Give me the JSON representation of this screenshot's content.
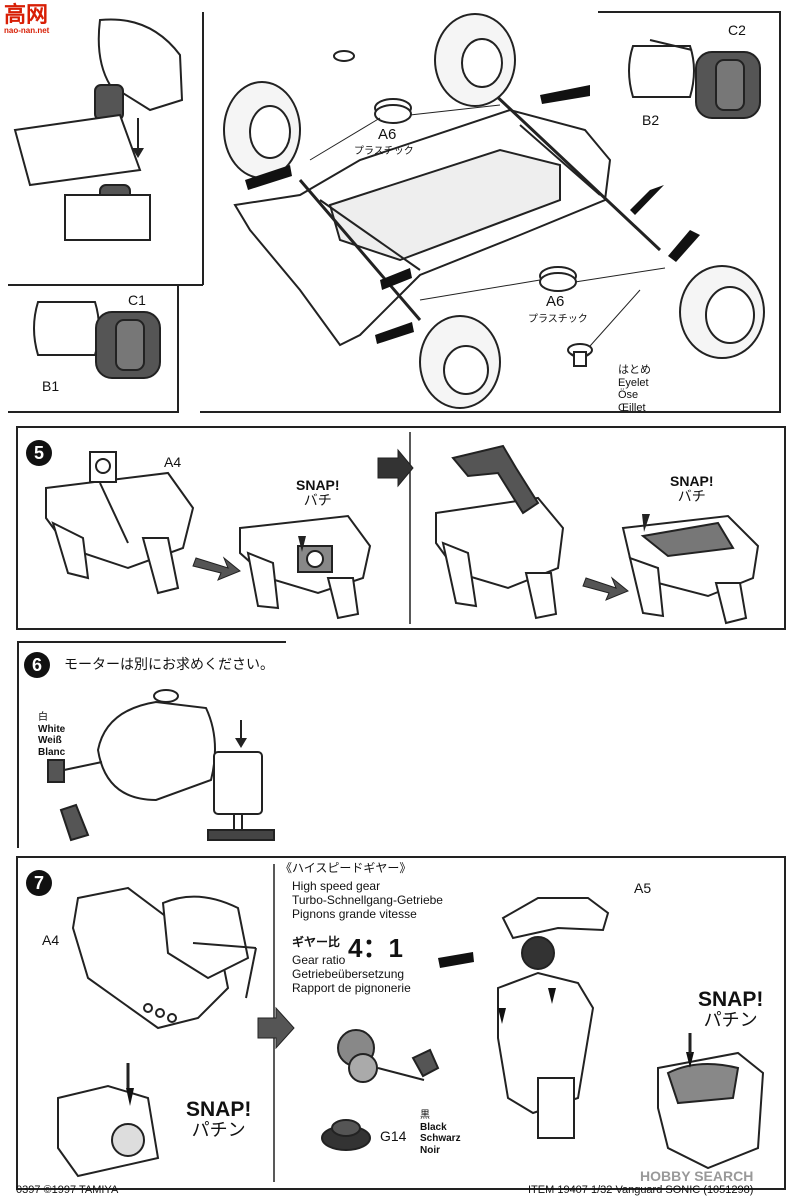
{
  "watermark_top": {
    "text": "高网",
    "subtext": "nao-nan.net"
  },
  "panel_top": {
    "labels": {
      "c2": "C2",
      "b2": "B2",
      "c1": "C1",
      "b1": "B1",
      "a6_upper": "A6",
      "a6_upper_note": "プラスチック",
      "a6_lower": "A6",
      "a6_lower_note": "プラスチック",
      "eyelet": [
        "はとめ",
        "Eyelet",
        "Öse",
        "Œillet"
      ]
    }
  },
  "step5": {
    "number": "5",
    "part": "A4",
    "snap_left": {
      "en": "SNAP!",
      "jp": "バチ"
    },
    "snap_right": {
      "en": "SNAP!",
      "jp": "バチ"
    }
  },
  "step6": {
    "number": "6",
    "instruction": "モーターは別にお求めください。",
    "color_note": [
      "白",
      "White",
      "Weiß",
      "Blanc"
    ]
  },
  "step7": {
    "number": "7",
    "part_a4": "A4",
    "part_a5": "A5",
    "gear_title": "《ハイスピードギヤー》",
    "gear_names": [
      "High speed gear",
      "Turbo-Schnellgang-Getriebe",
      "Pignons grande vitesse"
    ],
    "ratio_label_jp": "ギヤー比",
    "ratio_value": "4：1",
    "ratio_labels": [
      "Gear ratio",
      "Getriebeübersetzung",
      "Rapport de pignonerie"
    ],
    "snap_left": {
      "en": "SNAP!",
      "jp": "パチン"
    },
    "snap_right": {
      "en": "SNAP!",
      "jp": "パチン"
    },
    "g14": "G14",
    "g14_colors": [
      "黒",
      "Black",
      "Schwarz",
      "Noir"
    ]
  },
  "footer": {
    "left": "0397 ©1997 TAMIYA",
    "right": "ITEM 19407  1/32 Vanguard SONIC (1051298)",
    "watermark": "HOBBY SEARCH"
  }
}
